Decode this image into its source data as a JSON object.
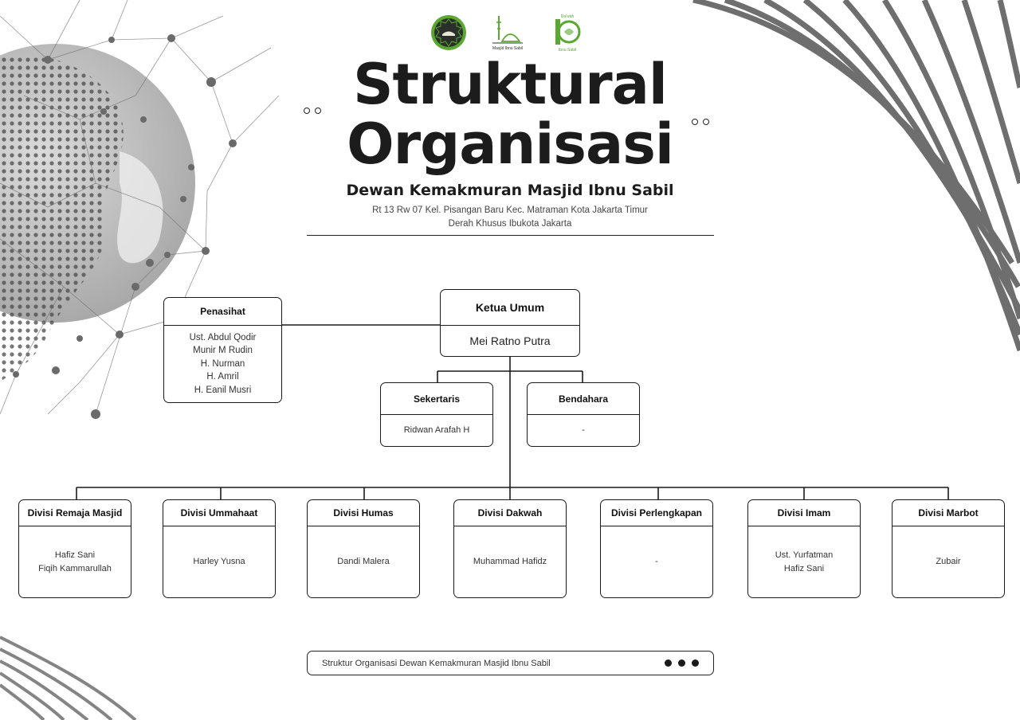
{
  "header": {
    "title_line1": "Struktural",
    "title_line2": "Organisasi",
    "subtitle": "Dewan Kemakmuran Masjid Ibnu Sabil",
    "address_line1": "Rt 13 Rw 07 Kel. Pisangan Baru Kec. Matraman Kota Jakarta Timur",
    "address_line2": "Derah Khusus Ibukota Jakarta"
  },
  "logos": {
    "logo2_caption": "Masjid Ibnu Sabil",
    "logo3_caption": "Ibnu Sabil",
    "logo3_top": "Da'wah"
  },
  "chair": {
    "title": "Ketua Umum",
    "name": "Mei Ratno Putra"
  },
  "advisor": {
    "title": "Penasihat",
    "members": [
      "Ust. Abdul Qodir",
      "Munir M Rudin",
      "H. Nurman",
      "H. Amril",
      "H. Eanil Musri"
    ]
  },
  "secretary": {
    "title": "Sekertaris",
    "name": "Ridwan Arafah H"
  },
  "treasurer": {
    "title": "Bendahara",
    "name": "-"
  },
  "divisions": [
    {
      "title": "Divisi Remaja Masjid",
      "members": [
        "Hafiz Sani",
        "Fiqih Kammarullah"
      ]
    },
    {
      "title": "Divisi Ummahaat",
      "members": [
        "Harley Yusna"
      ]
    },
    {
      "title": "Divisi Humas",
      "members": [
        "Dandi Malera"
      ]
    },
    {
      "title": "Divisi Dakwah",
      "members": [
        "Muhammad Hafidz"
      ]
    },
    {
      "title": "Divisi Perlengkapan",
      "members": [
        "-"
      ]
    },
    {
      "title": "Divisi Imam",
      "members": [
        "Ust. Yurfatman",
        "Hafiz Sani"
      ]
    },
    {
      "title": "Divisi Marbot",
      "members": [
        "Zubair"
      ]
    }
  ],
  "footer": {
    "text": "Struktur Organisasi Dewan Kemakmuran Masjid Ibnu Sabil"
  },
  "colors": {
    "ink": "#1a1a1a",
    "logo_green": "#5aa832",
    "logo_dark": "#2b2f2a",
    "globe_gray": "#7a7a7a"
  }
}
